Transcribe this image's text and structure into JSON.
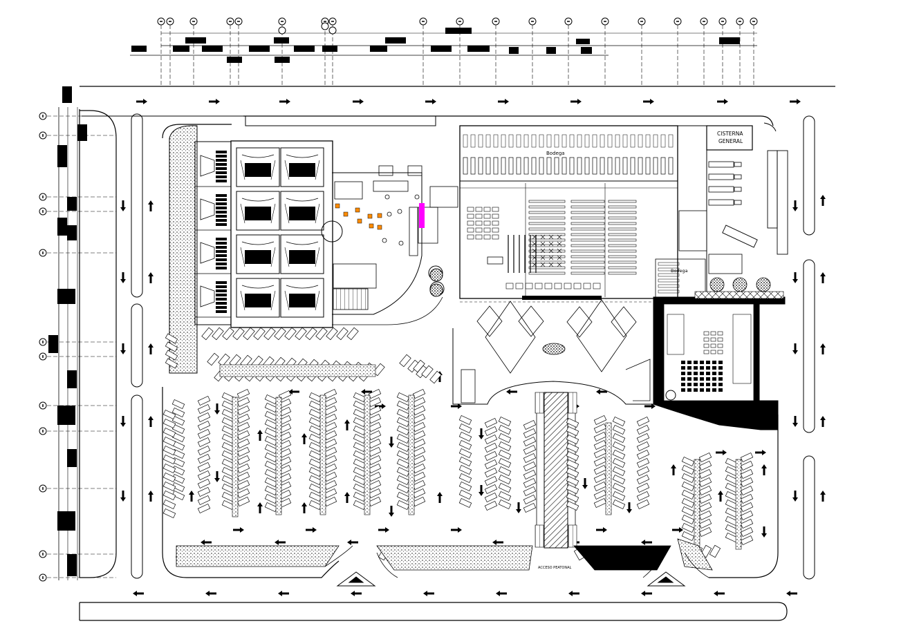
{
  "labels": {
    "cisterna_line1": "CISTERNA",
    "cisterna_line2": "GENERAL",
    "bodega_top": "Bodega",
    "bodega_right": "Bodega",
    "acceso_peatonal": "ACCESO PEATONAL"
  },
  "colors": {
    "line": "#000000",
    "background": "#ffffff",
    "accent_magenta": "#ff00ff",
    "accent_orange": "#ff8c00"
  }
}
